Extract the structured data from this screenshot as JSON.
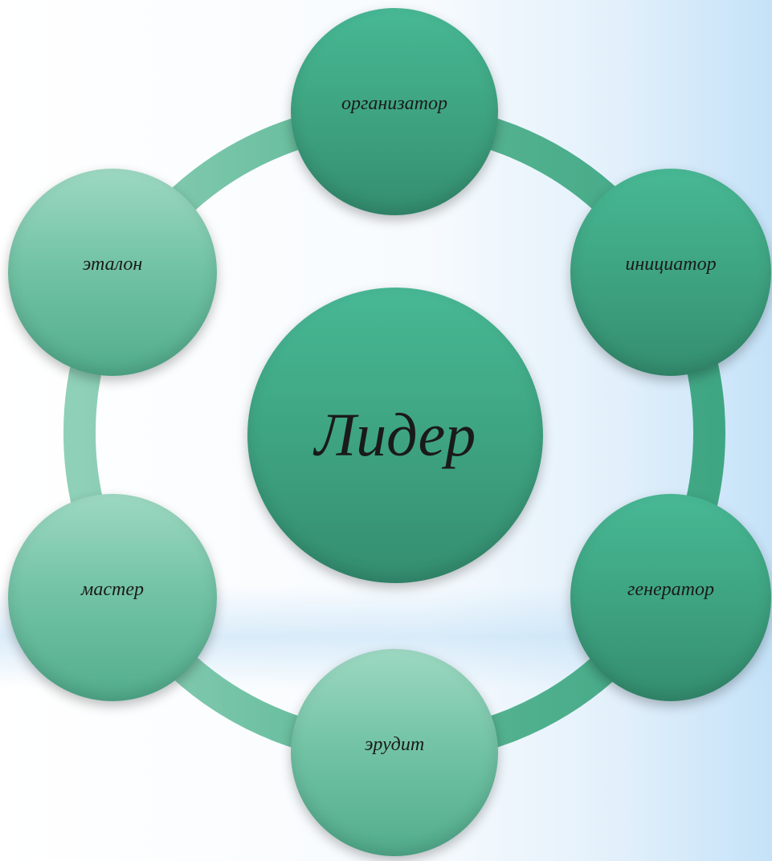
{
  "diagram": {
    "center": {
      "label": "Лидер"
    },
    "nodes": [
      {
        "id": "organizer",
        "label": "организатор"
      },
      {
        "id": "initiator",
        "label": "инициатор"
      },
      {
        "id": "generator",
        "label": "генератор"
      },
      {
        "id": "erudite",
        "label": "эрудит"
      },
      {
        "id": "master",
        "label": "мастер"
      },
      {
        "id": "etalon",
        "label": "эталон"
      }
    ]
  },
  "colors": {
    "ring_dark": "#45b08f",
    "ring_light": "#8fd0b8",
    "node_dark": "#3fa683",
    "node_light": "#74c4a7",
    "background_right": "#c5e2f8"
  }
}
